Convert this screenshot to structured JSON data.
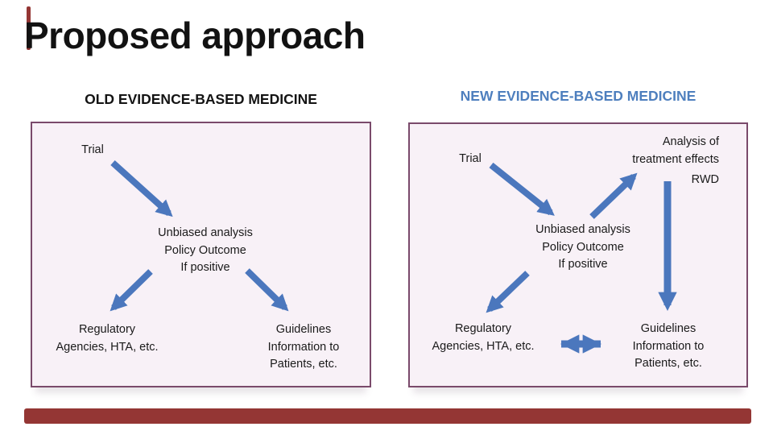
{
  "slide": {
    "title": "Proposed approach",
    "colors": {
      "accent_red": "#943634",
      "arrow_blue": "#4b77bd",
      "new_header_blue": "#4e7fbe",
      "box_fill": "#f8f1f7",
      "box_border": "#7a4a6b",
      "text": "#1a1a1a"
    }
  },
  "old_section": {
    "header": "OLD EVIDENCE-BASED MEDICINE",
    "trial": "Trial",
    "center_lines": [
      "Unbiased analysis",
      "Policy Outcome",
      "If positive"
    ],
    "regulatory_lines": [
      "Regulatory",
      "Agencies, HTA, etc."
    ],
    "guidelines_lines": [
      "Guidelines",
      "Information to",
      "Patients, etc."
    ]
  },
  "new_section": {
    "header": "NEW EVIDENCE-BASED MEDICINE",
    "trial": "Trial",
    "analysis_lines": [
      "Analysis of",
      "treatment effects",
      "RWD"
    ],
    "center_lines": [
      "Unbiased analysis",
      "Policy Outcome",
      "If positive"
    ],
    "regulatory_lines": [
      "Regulatory",
      "Agencies, HTA, etc."
    ],
    "guidelines_lines": [
      "Guidelines",
      "Information to",
      "Patients, etc."
    ]
  }
}
